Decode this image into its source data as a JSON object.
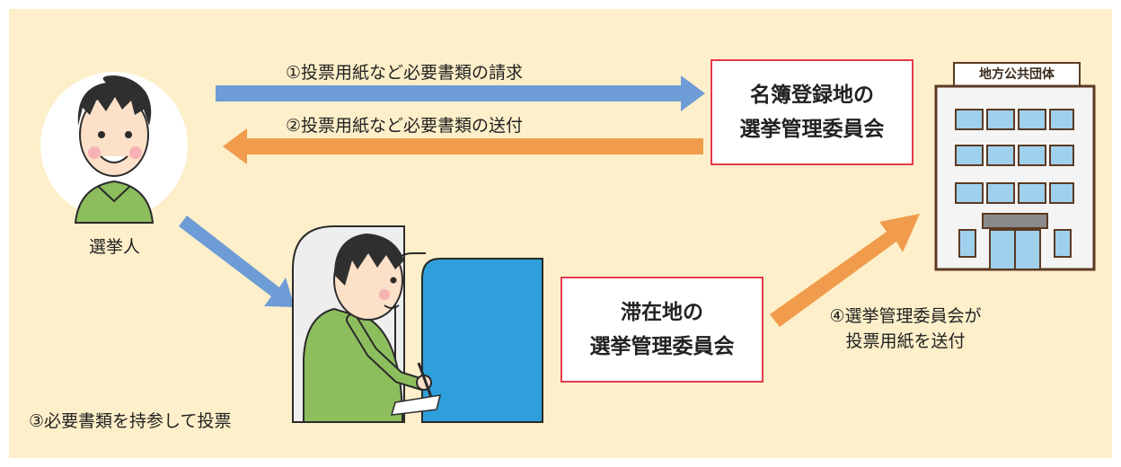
{
  "colors": {
    "background": "#fdefc9",
    "arrow_blue": "#6e9cd6",
    "arrow_orange": "#f19c4c",
    "box_border": "#e53a4b"
  },
  "arrows": {
    "request_label": "①投票用紙など必要書類の請求",
    "send_label": "②投票用紙など必要書類の送付",
    "vote_label": "③必要書類を持参して投票",
    "forward_label_line1": "④選挙管理委員会が",
    "forward_label_line2": "投票用紙を送付"
  },
  "voter": {
    "label": "選挙人"
  },
  "registry_committee": {
    "line1": "名簿登録地の",
    "line2": "選挙管理委員会"
  },
  "stay_committee": {
    "line1": "滞在地の",
    "line2": "選挙管理委員会"
  },
  "building": {
    "sign": "地方公共団体"
  }
}
